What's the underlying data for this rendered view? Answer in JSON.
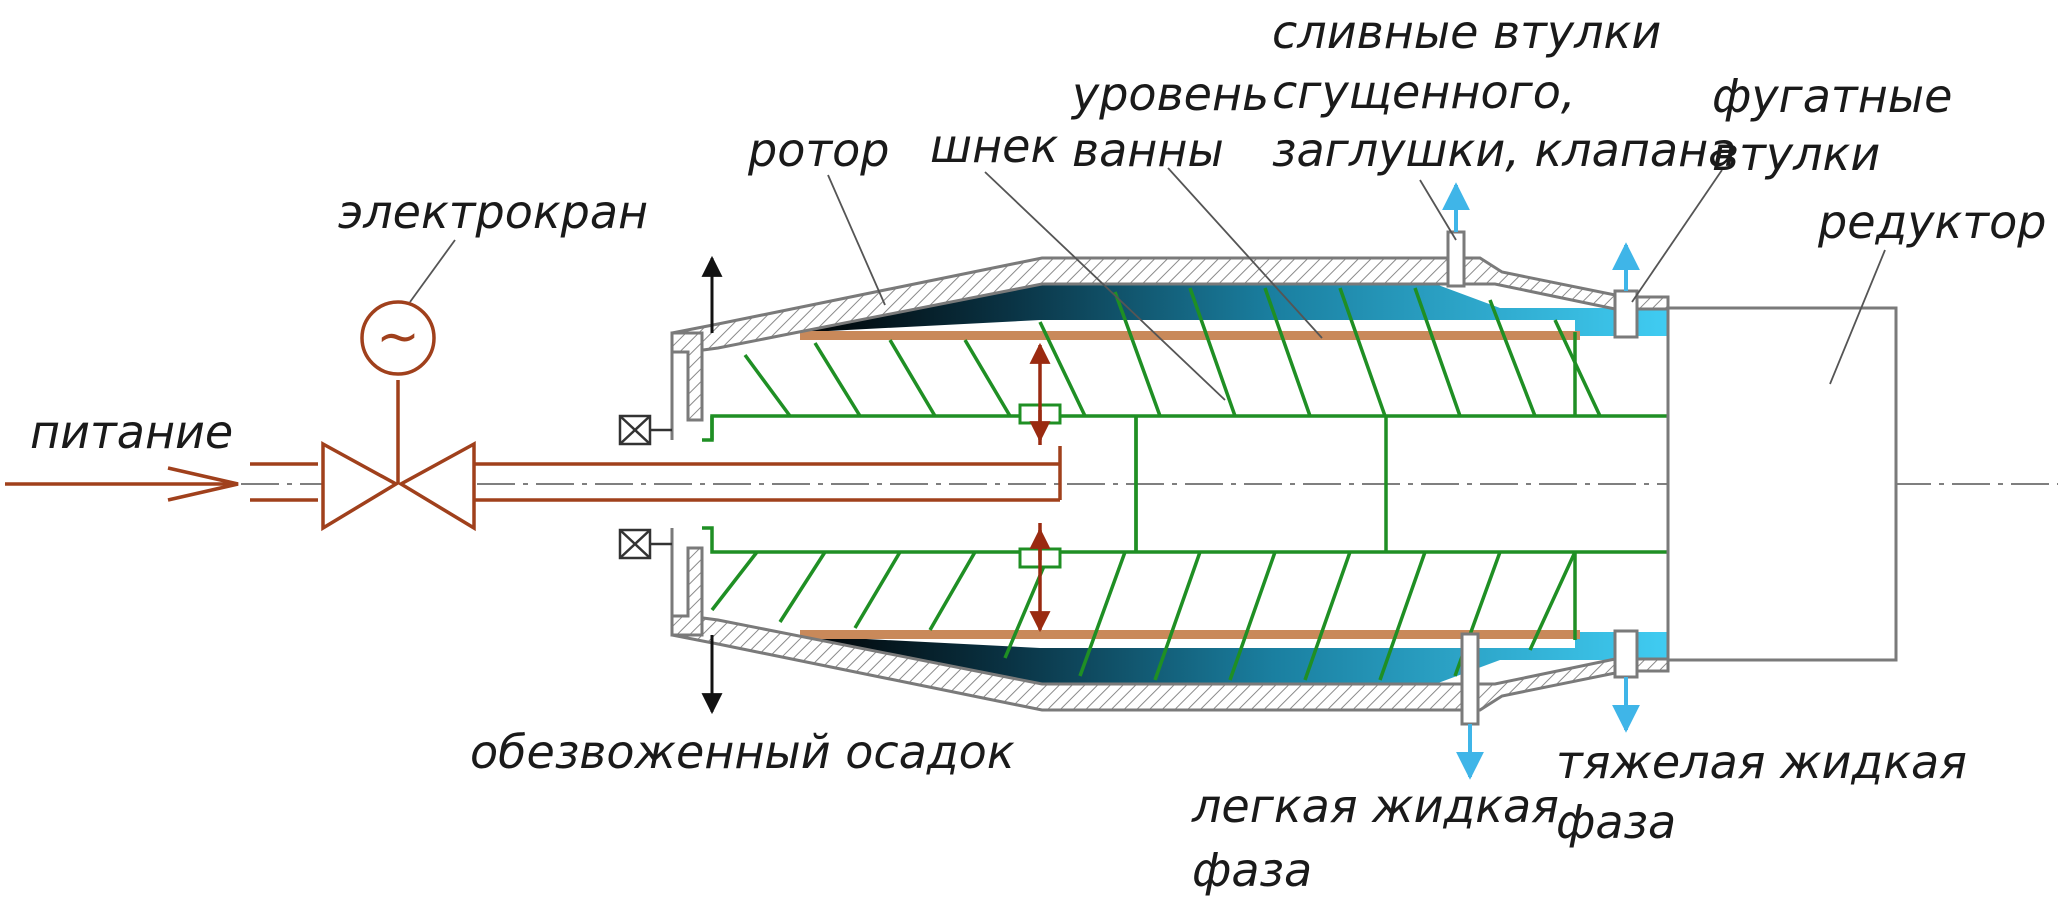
{
  "labels": {
    "feed": "питание",
    "valve": "электрокран",
    "rotor": "ротор",
    "screw": "шнек",
    "pool_level": [
      "уровень",
      "ванны"
    ],
    "drain": [
      "сливные втулки",
      "сгущенного,",
      "заглушки, клапана"
    ],
    "centrate": [
      "фугатные",
      "втулки"
    ],
    "gearbox": "редуктор",
    "sediment": "обезвоженный осадок",
    "light_phase": [
      "легкая жидкая",
      "фаза"
    ],
    "heavy_phase": [
      "тяжелая жидкая",
      "фаза"
    ]
  },
  "valve_symbol": "~",
  "colors": {
    "feed_pipe": "#a0401c",
    "screw": "#1f8f24",
    "housing": "#7a7a7a",
    "liquid_light": "#33c3ef",
    "liquid_dark": "#0a3344",
    "solids": "#c9895a",
    "arrow_liquid": "#3fb5e8",
    "arrow_solid": "#111111",
    "text": "#1a1a1a"
  },
  "icons": [
    "valve-icon",
    "motor-symbol-icon",
    "bearing-icon",
    "arrow-icon"
  ]
}
